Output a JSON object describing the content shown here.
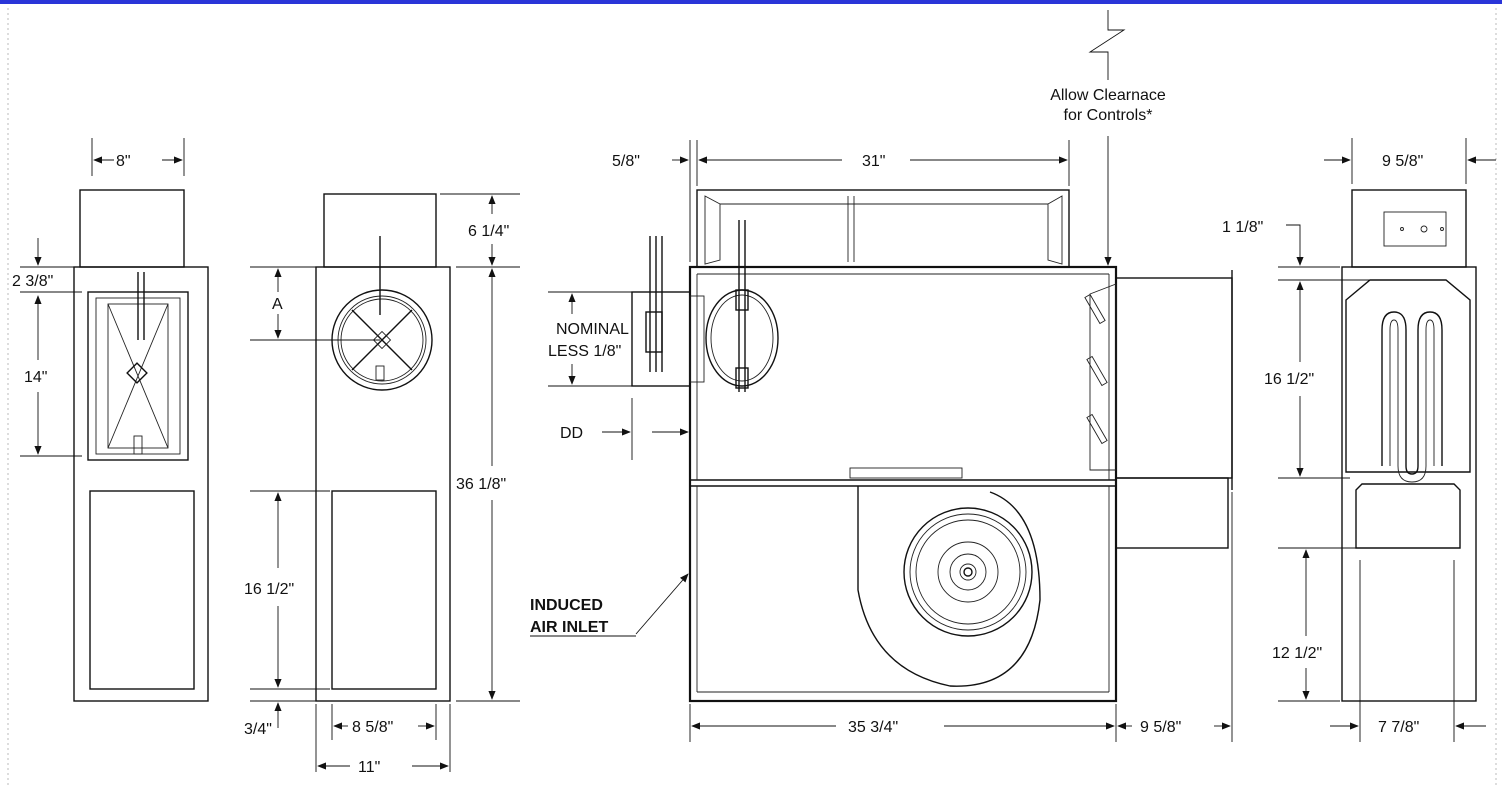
{
  "colors": {
    "accent": "#2a35d8",
    "line": "#111111",
    "border_dotted": "#bbbbbb"
  },
  "dims": {
    "w8": "8\"",
    "h2_3_8": "2 3/8\"",
    "h14": "14\"",
    "h6_1_4": "6 1/4\"",
    "a": "A",
    "h36_1_8": "36 1/8\"",
    "h16_1_2_left": "16 1/2\"",
    "h3_4": "3/4\"",
    "w8_5_8": "8 5/8\"",
    "w11": "11\"",
    "w5_8": "5/8\"",
    "w31": "31\"",
    "nominal": "NOMINAL",
    "less": "LESS 1/8\"",
    "dd": "DD",
    "w35_3_4": "35 3/4\"",
    "w9_5_8_bottom": "9 5/8\"",
    "w9_5_8_top": "9 5/8\"",
    "h1_1_8": "1 1/8\"",
    "h16_1_2_right": "16 1/2\"",
    "h12_1_2": "12 1/2\"",
    "w7_7_8": "7 7/8\""
  },
  "notes": {
    "clearance_line1": "Allow Clearnace",
    "clearance_line2": "for Controls*",
    "induced_line1": "INDUCED",
    "induced_line2": "AIR INLET"
  }
}
